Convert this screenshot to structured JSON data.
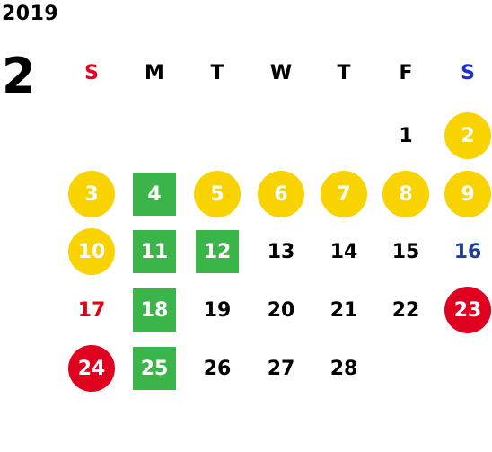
{
  "year": "2019",
  "month": "2",
  "weekdays": [
    "S",
    "M",
    "T",
    "W",
    "T",
    "F",
    "S"
  ],
  "days": [
    "1",
    "2",
    "3",
    "4",
    "5",
    "6",
    "7",
    "8",
    "9",
    "10",
    "11",
    "12",
    "13",
    "14",
    "15",
    "16",
    "17",
    "18",
    "19",
    "20",
    "21",
    "22",
    "23",
    "24",
    "25",
    "26",
    "27",
    "28"
  ],
  "colors": {
    "holiday_yellow": "#f9d300",
    "holiday_red": "#e0001f",
    "highlight_green": "#3bb54a",
    "sunday_text": "#e60012",
    "saturday_text": "#1f3f8f",
    "sunday_header": "#e8001d",
    "saturday_header": "#1d2fd6"
  },
  "highlights": {
    "yellow_circle": [
      "2",
      "3",
      "5",
      "6",
      "7",
      "8",
      "9",
      "10"
    ],
    "red_circle": [
      "23",
      "24"
    ],
    "green_square": [
      "4",
      "11",
      "12",
      "18",
      "25"
    ]
  }
}
